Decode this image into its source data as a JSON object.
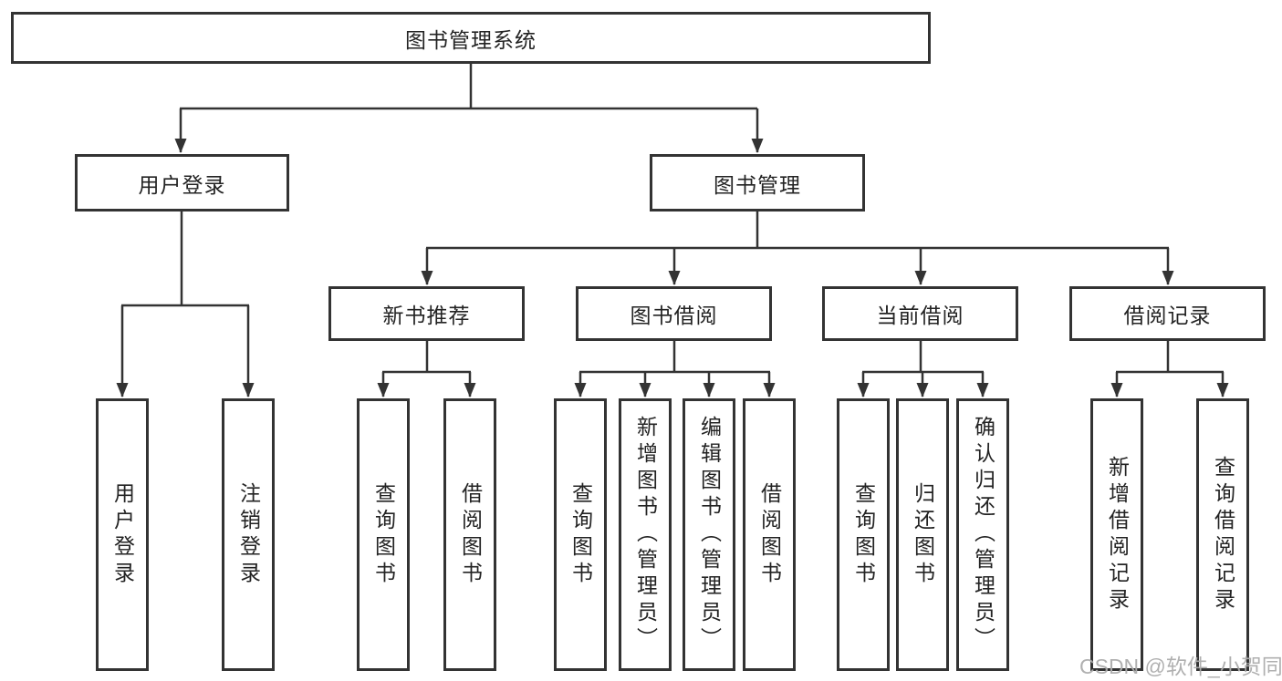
{
  "diagram": {
    "title_node": {
      "label": "图书管理系统"
    },
    "level2": [
      {
        "label": "用户登录"
      },
      {
        "label": "图书管理"
      }
    ],
    "level3": [
      {
        "label": "新书推荐"
      },
      {
        "label": "图书借阅"
      },
      {
        "label": "当前借阅"
      },
      {
        "label": "借阅记录"
      }
    ],
    "leaves": [
      {
        "label": "用户登录"
      },
      {
        "label": "注销登录"
      },
      {
        "label": "查询图书"
      },
      {
        "label": "借阅图书"
      },
      {
        "label": "查询图书"
      },
      {
        "label": "新增图书（管理员）"
      },
      {
        "label": "编辑图书（管理员）"
      },
      {
        "label": "借阅图书"
      },
      {
        "label": "查询图书"
      },
      {
        "label": "归还图书"
      },
      {
        "label": "确认归还（管理员）"
      },
      {
        "label": "新增借阅记录"
      },
      {
        "label": "查询借阅记录"
      }
    ],
    "colors": {
      "line": "#333333",
      "text": "#232323",
      "box_fill": "#ffffff",
      "watermark": "#acacac"
    },
    "watermark": "CSDN @软件_小贺同学"
  }
}
